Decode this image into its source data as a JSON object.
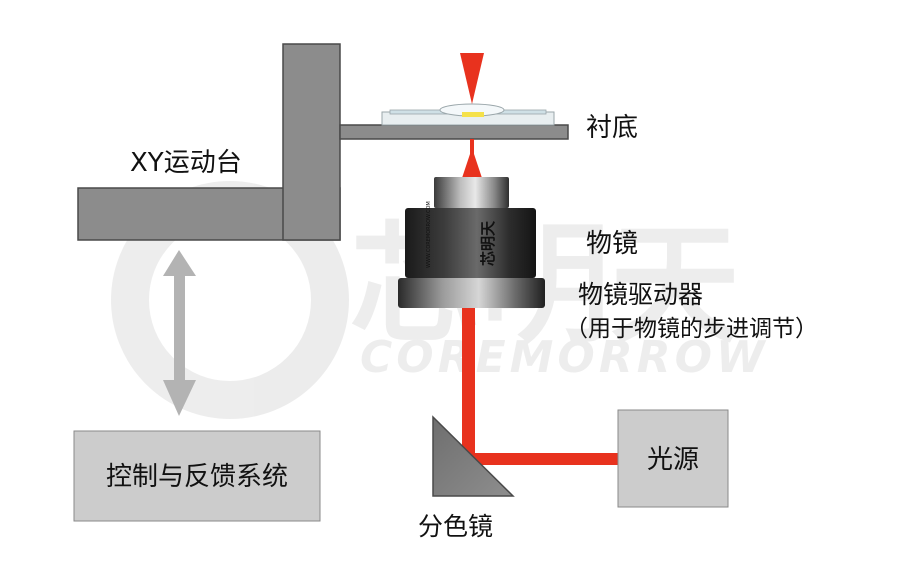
{
  "labels": {
    "xy_stage": "XY运动台",
    "substrate": "衬底",
    "objective": "物镜",
    "objective_driver": "物镜驱动器",
    "objective_driver_note": "（用于物镜的步进调节）",
    "control_system": "控制与反馈系统",
    "light_source": "光源",
    "dichroic_mirror": "分色镜"
  },
  "watermark": {
    "brand_cn": "芯明天",
    "brand_en": "COREMORROW"
  },
  "lens_engraving": {
    "brand_cn": "芯明天",
    "text": "WWW.COREMORROW.COM"
  },
  "colors": {
    "laser": "#e8321e",
    "block_fill": "#8c8c8c",
    "block_stroke": "#4a4a4a",
    "box_fill": "#cccccc",
    "arrow": "#b3b3b3",
    "substrate_fill": "#e8eef0",
    "lens_dark": "#2b2b2b",
    "lens_mid": "#7a7a7a"
  }
}
